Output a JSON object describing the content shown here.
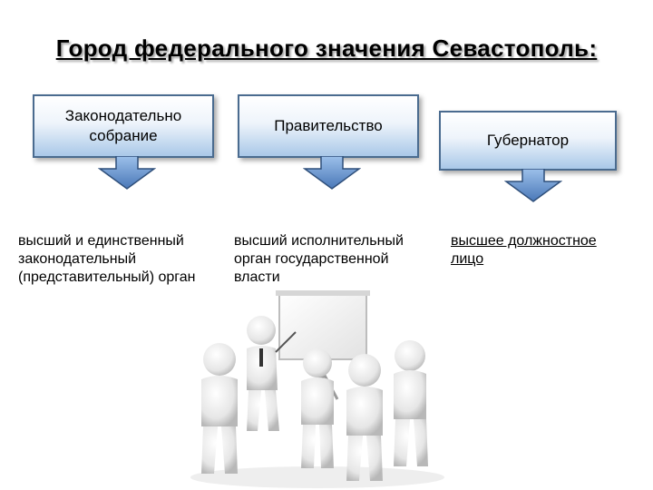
{
  "title": "Город федерального значения Севастополь:",
  "colors": {
    "box_border": "#4a6b8f",
    "box_fill_bottom": "#a9c8e8",
    "arrow_fill": "#5b86c4"
  },
  "branches": [
    {
      "label": "Законодательно\nсобрание",
      "description": "высший и единственный\nзаконодательный\n(представительный) орган"
    },
    {
      "label": "Правительство",
      "description": "высший исполнительный\nорган государственной\nвласти"
    },
    {
      "label": "Губернатор",
      "description": "высшее должностное\nлицо"
    }
  ],
  "illustration": "people-around-whiteboard"
}
